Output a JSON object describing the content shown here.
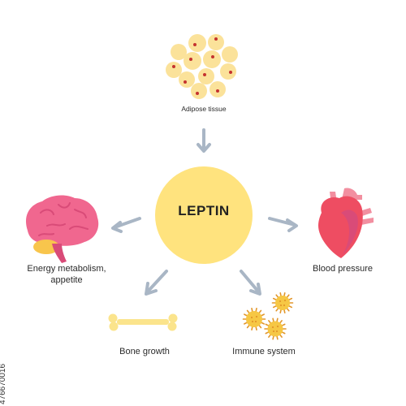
{
  "center": {
    "label": "LEPTIN"
  },
  "nodes": {
    "adipose": {
      "label": "Adipose tissue"
    },
    "energy": {
      "line1": "Energy metabolism,",
      "line2": "appetite"
    },
    "blood": {
      "label": "Blood pressure"
    },
    "bone": {
      "label": "Bone growth"
    },
    "immune": {
      "label": "Immune system"
    }
  },
  "stock_id": "476670016",
  "colors": {
    "center": "#FFE37E",
    "arrow": "#A9B6C5",
    "fat_cell": "#FBE29A",
    "fat_nucleus": "#C4322F",
    "brain": "#F0678F",
    "brain_fold": "#D94B78",
    "cerebellum": "#F8C54C",
    "heart": "#EE4D62",
    "heart_vessel": "#F28FA0",
    "bone": "#FBE48C",
    "immune_cell": "#F6C744",
    "immune_spike": "#E2962A"
  }
}
